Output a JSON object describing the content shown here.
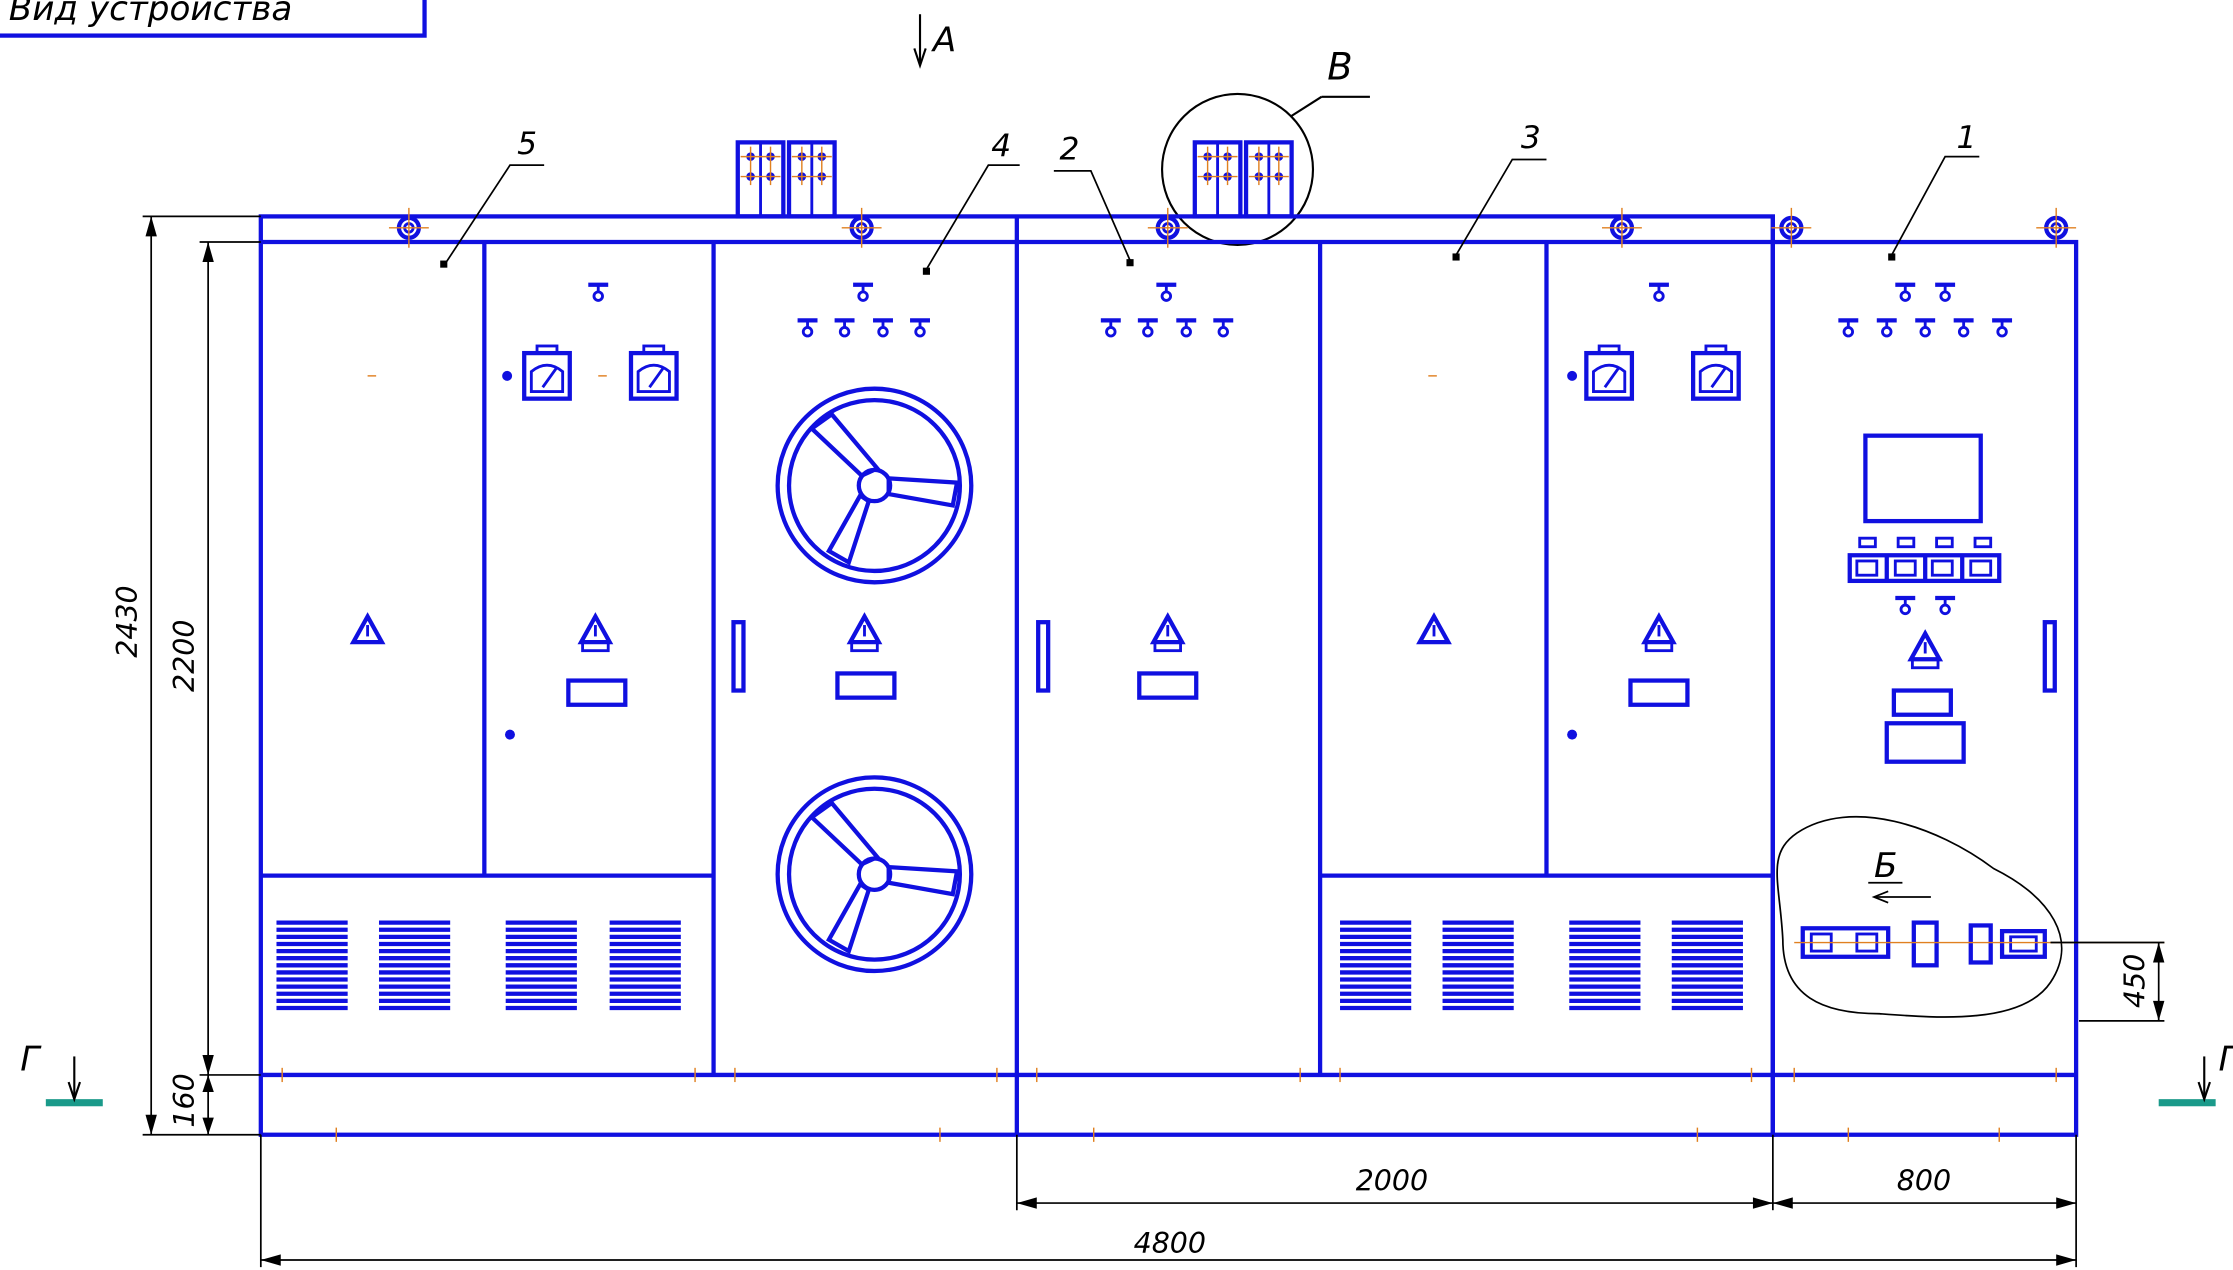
{
  "title_block": {
    "text": "Вид устройства"
  },
  "view_marks": {
    "view_a": "А",
    "view_b": "Б",
    "view_v": "В",
    "section_g": "Г"
  },
  "callouts": {
    "c1": "1",
    "c2": "2",
    "c3": "3",
    "c4": "4",
    "c5": "5"
  },
  "dimensions": {
    "total_height": "2430",
    "cabinet_height": "2200",
    "plinth_height": "160",
    "detail_height": "450",
    "total_width": "4800",
    "middle_width": "2000",
    "right_width": "800"
  },
  "colors": {
    "line": "#1010e0",
    "text": "#000000",
    "accent": "#e08020",
    "section": "#1a9a8a"
  }
}
